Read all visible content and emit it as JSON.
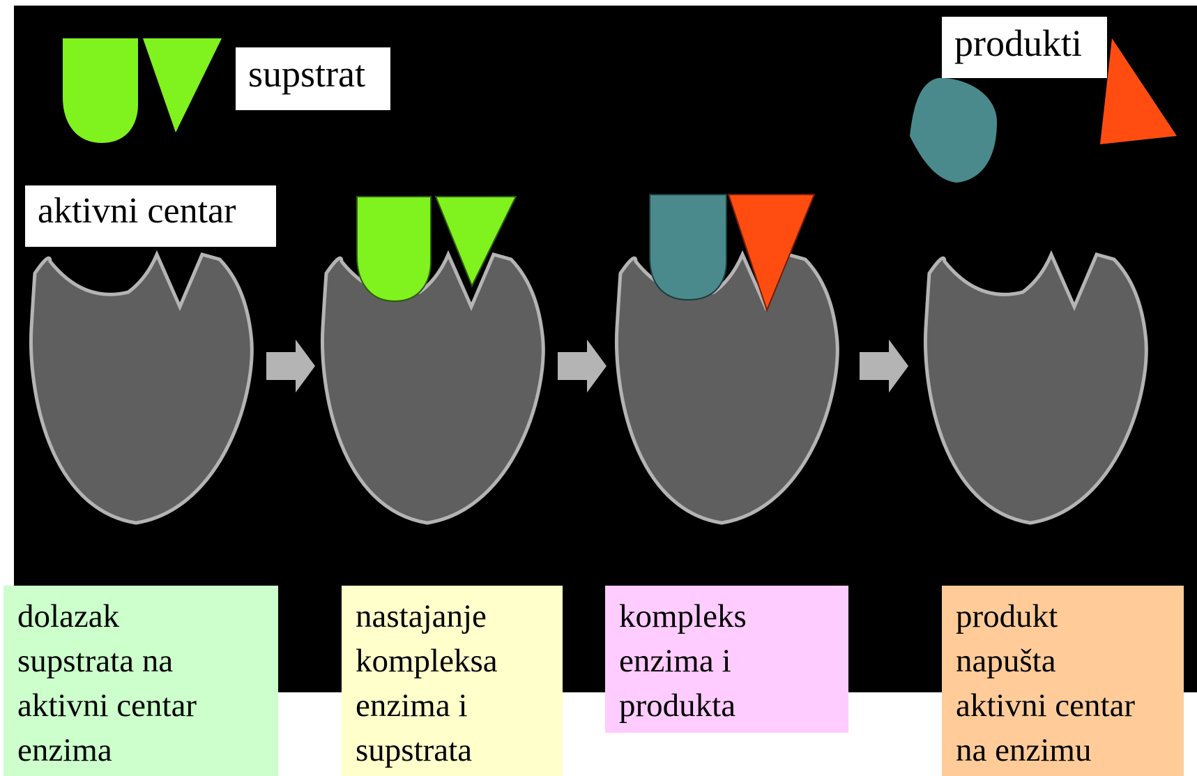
{
  "labels": {
    "substrate": "supstrat",
    "products": "produkti",
    "active_site": "aktivni centar"
  },
  "steps": [
    {
      "lines": [
        "dolazak",
        "supstrata na",
        "aktivni centar",
        "enzima"
      ],
      "color": "#ccffcc"
    },
    {
      "lines": [
        "nastajanje",
        "kompleksa",
        "enzima i",
        "supstrata"
      ],
      "color": "#ffffcc"
    },
    {
      "lines": [
        "kompleks",
        "enzima i",
        "produkta"
      ],
      "color": "#ffccff"
    },
    {
      "lines": [
        "produkt",
        "napušta",
        "aktivni centar",
        "na enzimu"
      ],
      "color": "#ffcc99"
    }
  ],
  "colors": {
    "background": "#000000",
    "enzyme_fill": "#5f5f5f",
    "enzyme_outline": "#b4b4b4",
    "substrate_green": "#80f21e",
    "product_teal": "#4a8a8d",
    "product_red": "#ff4d12",
    "arrow": "#b4b4b4"
  }
}
